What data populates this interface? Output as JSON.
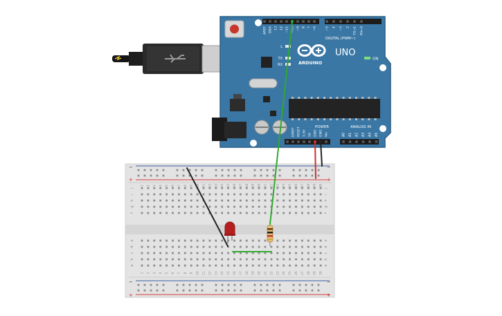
{
  "board": {
    "brand": "ARDUINO",
    "model": "UNO",
    "section_digital": "DIGITAL (PWM~)",
    "section_power": "POWER",
    "section_analog": "ANALOG IN",
    "on_label": "ON",
    "led_l": "L",
    "led_tx": "TX",
    "led_rx": "RX",
    "digital_pins": [
      "AREF",
      "GND",
      "13",
      "12",
      "~11",
      "~10",
      "~9",
      "8",
      "7",
      "~6",
      "~5",
      "4",
      "~3",
      "2",
      "TX→1",
      "RX←0"
    ],
    "power_pins": [
      "IOREF",
      "RESET",
      "3.3V",
      "5V",
      "GND",
      "GND",
      "Vin"
    ],
    "analog_pins": [
      "A0",
      "A1",
      "A2",
      "A3",
      "A4",
      "A5"
    ]
  },
  "breadboard": {
    "columns": [
      "1",
      "2",
      "3",
      "4",
      "5",
      "6",
      "7",
      "8",
      "9",
      "10",
      "11",
      "12",
      "13",
      "14",
      "15",
      "16",
      "17",
      "18",
      "19",
      "20",
      "21",
      "22",
      "23",
      "24",
      "25",
      "26",
      "27",
      "28",
      "29",
      "30"
    ],
    "rows_top": [
      "j",
      "i",
      "h",
      "g",
      "f"
    ],
    "rows_bottom": [
      "e",
      "d",
      "c",
      "b",
      "a"
    ],
    "rail_minus": "−",
    "rail_plus": "+"
  },
  "colors": {
    "board": "#3a77a5",
    "wire_green": "#2fa82f",
    "wire_black": "#222222",
    "wire_red": "#d42a2a",
    "led_red": "#b51f1f",
    "rail_red": "#d83b3b",
    "rail_blue": "#3a5fa0"
  }
}
